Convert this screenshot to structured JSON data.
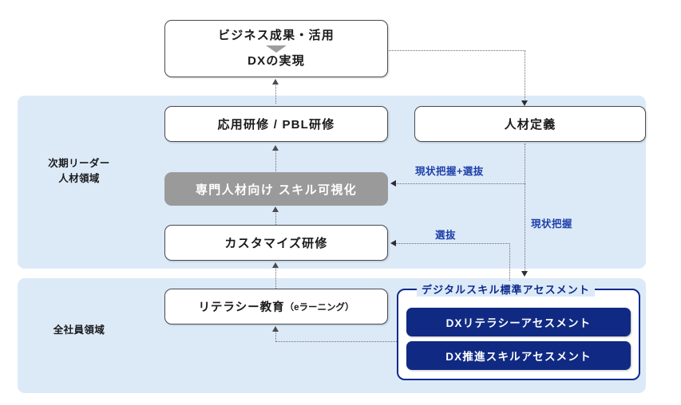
{
  "diagram": {
    "title_boxes": {
      "goal_line1": "ビジネス成果・活用",
      "goal_line2": "DXの実現",
      "applied_training": "応用研修 / PBL研修",
      "skill_visualization": "専門人材向け スキル可視化",
      "customized_training": "カスタマイズ研修",
      "literacy_education_main": "リテラシー教育",
      "literacy_education_sub": "（eラーニング）",
      "talent_definition": "人材定義"
    },
    "regions": [
      {
        "id": "leader",
        "label": "次期リーダー\n人材領域"
      },
      {
        "id": "all-employees",
        "label": "全社員領域"
      }
    ],
    "assessment_group": {
      "title": "デジタルスキル標準アセスメント",
      "items": [
        {
          "label": "DXリテラシーアセスメント"
        },
        {
          "label": "DX推進スキルアセスメント"
        }
      ]
    },
    "connector_labels": {
      "grasp_and_select": "現状把握+選抜",
      "select": "選抜",
      "grasp": "現状把握"
    },
    "colors": {
      "region_background": "#dceaf8",
      "assessment_navy": "#102a83",
      "group_border": "#0e2a8c",
      "connector_label": "#1e3fa8",
      "gray_box": "#9a9a9a",
      "box_border": "#4b4b52",
      "page_background": "#ffffff"
    }
  }
}
